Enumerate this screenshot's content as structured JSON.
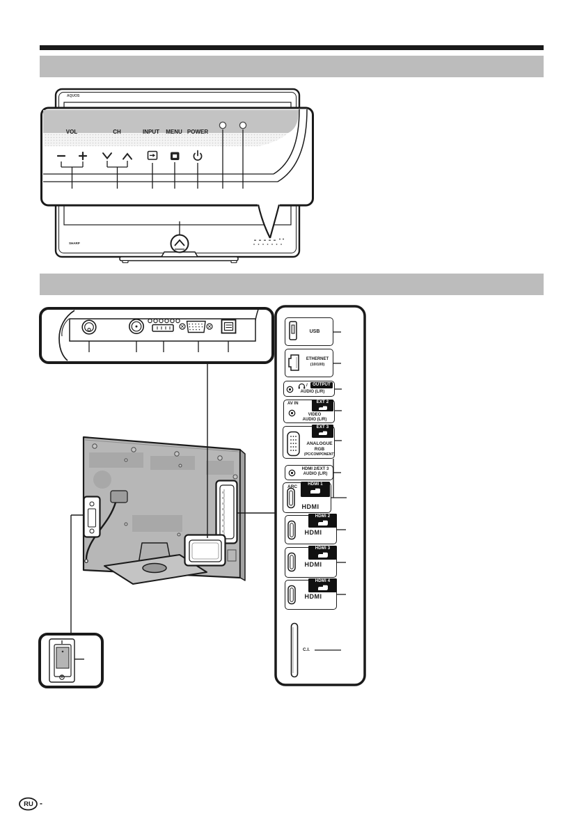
{
  "colors": {
    "bar_gray": "#bcbcbc",
    "band_gray": "#c3c3c3",
    "tv_back_gray": "#b7b7b7",
    "badge_black": "#111111",
    "line_black": "#1a1a1a"
  },
  "front_panel": {
    "brand_logo_top": "AQUOS",
    "brand_logo_bottom": "SHARP",
    "labels": {
      "vol": "VOL",
      "ch": "CH",
      "input": "INPUT",
      "menu": "MENU",
      "power": "POWER"
    },
    "icons": [
      "volume-minus",
      "volume-plus",
      "channel-down",
      "channel-up",
      "input-source",
      "menu",
      "power-standby",
      "remote-sensor",
      "power-led",
      "up-arrow-stand-button",
      "power-switch"
    ]
  },
  "rear_panel": {
    "audio_lr": "AUDIO (L/R)",
    "usb": "USB",
    "ethernet_line1": "ETHERNET",
    "ethernet_line2": "(10/100)",
    "output_badge": "OUTPUT",
    "headphone_slash": "/",
    "av_in": "AV IN",
    "ext2_badge": "EXT 2",
    "video": "VIDEO",
    "ext3_badge": "EXT 3",
    "analogue_line1": "ANALOGUE",
    "analogue_line2": "RGB",
    "analogue_line3": "(PC/COMPONENT)",
    "hdmi_audio_line1": "HDMI 2/EXT 3",
    "arc": "ARC",
    "hdmi1_badge": "HDMI 1",
    "hdmi2_badge": "HDMI 2",
    "hdmi3_badge": "HDMI 3",
    "hdmi4_badge": "HDMI 4",
    "hdmi_logo": "HDMI",
    "ci": "C.I."
  },
  "footer": {
    "page_marker": "RU",
    "dash": "-"
  }
}
